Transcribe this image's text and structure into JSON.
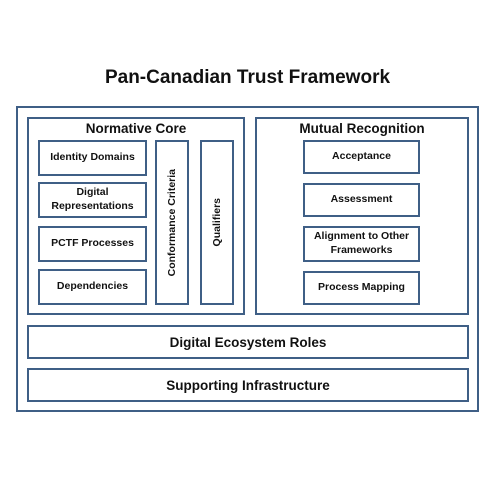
{
  "title": "Pan-Canadian Trust Framework",
  "normative_core": {
    "label": "Normative Core",
    "items": [
      "Identity Domains",
      "Digital Representations",
      "PCTF Processes",
      "Dependencies"
    ],
    "conformance_criteria": "Conformance Criteria",
    "qualifiers": "Qualifiers"
  },
  "mutual_recognition": {
    "label": "Mutual Recognition",
    "items": [
      "Acceptance",
      "Assessment",
      "Alignment to Other Frameworks",
      "Process Mapping"
    ]
  },
  "digital_ecosystem_roles": "Digital Ecosystem Roles",
  "supporting_infrastructure": "Supporting Infrastructure",
  "colors": {
    "border": "#3f5f86",
    "text": "#111111",
    "background": "#ffffff"
  }
}
